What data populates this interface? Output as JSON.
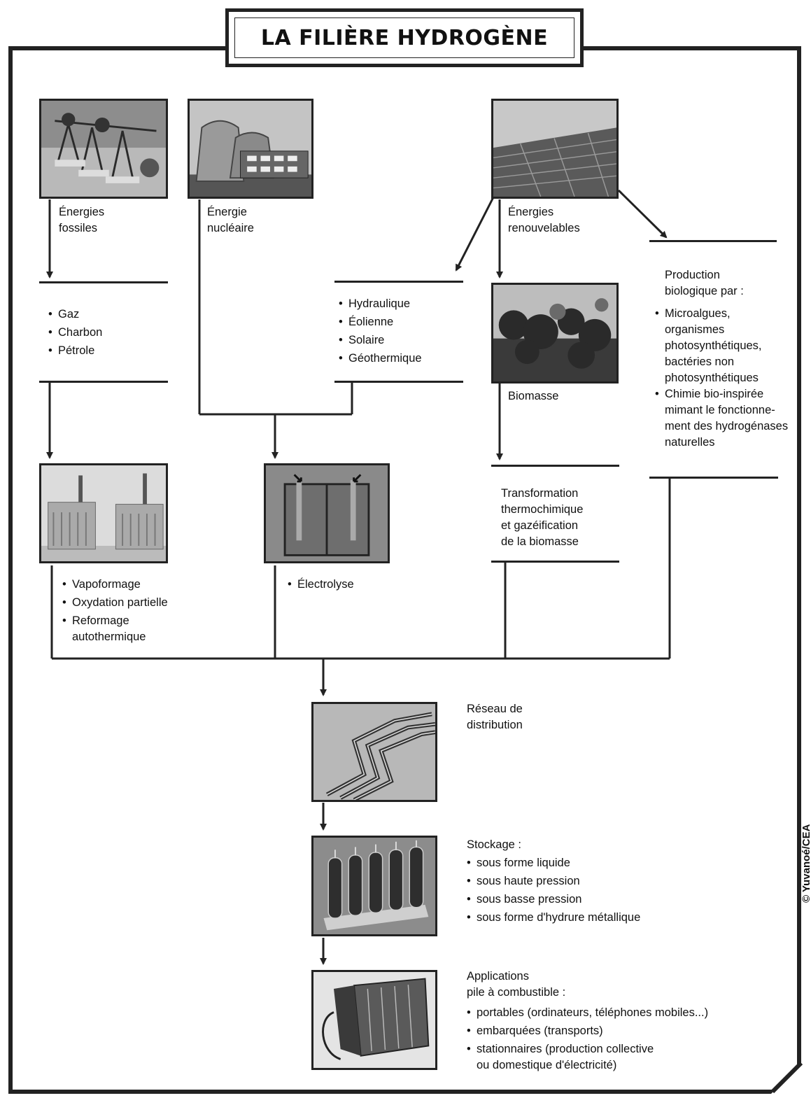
{
  "title": "LA FILIÈRE HYDROGÈNE",
  "sources": {
    "fossil_label": [
      "Énergies",
      "fossiles"
    ],
    "nuclear_label": [
      "Énergie",
      "nucléaire"
    ],
    "renewable_label": [
      "Énergies",
      "renouvelables"
    ]
  },
  "fossil_list": [
    "Gaz",
    "Charbon",
    "Pétrole"
  ],
  "renewable_list": [
    "Hydraulique",
    "Éolienne",
    "Solaire",
    "Géothermique"
  ],
  "biomass_label": "Biomasse",
  "bio_production": {
    "heading": [
      "Production",
      "biologique par :"
    ],
    "items": [
      [
        "Microalgues,",
        "organismes",
        "photosynthétiques,",
        "bactéries non",
        "photosynthétiques"
      ],
      [
        "Chimie bio-inspirée",
        "mimant le fonctionne-",
        "ment des hydrogénases",
        "naturelles"
      ]
    ]
  },
  "thermo": [
    "Transformation",
    "thermochimique",
    "et gazéification",
    "de la biomasse"
  ],
  "fossil_process": [
    "Vapoformage",
    "Oxydation partielle",
    "Reformage"
  ],
  "fossil_process_extra": "autothermique",
  "electrolysis": "Électrolyse",
  "distribution": [
    "Réseau de",
    "distribution"
  ],
  "storage": {
    "heading": "Stockage :",
    "items": [
      "sous forme liquide",
      "sous haute pression",
      "sous basse pression",
      "sous forme d'hydrure métallique"
    ]
  },
  "applications": {
    "heading": [
      "Applications",
      "pile à combustible :"
    ],
    "items": [
      "portables (ordinateurs, téléphones mobiles...)",
      "embarquées (transports)",
      "stationnaires (production collective"
    ],
    "extra": "ou domestique d'électricité)"
  },
  "credit": "© Yuvanoé/CEA",
  "colors": {
    "line": "#222222",
    "photo_bg": "#9a9a9a"
  }
}
